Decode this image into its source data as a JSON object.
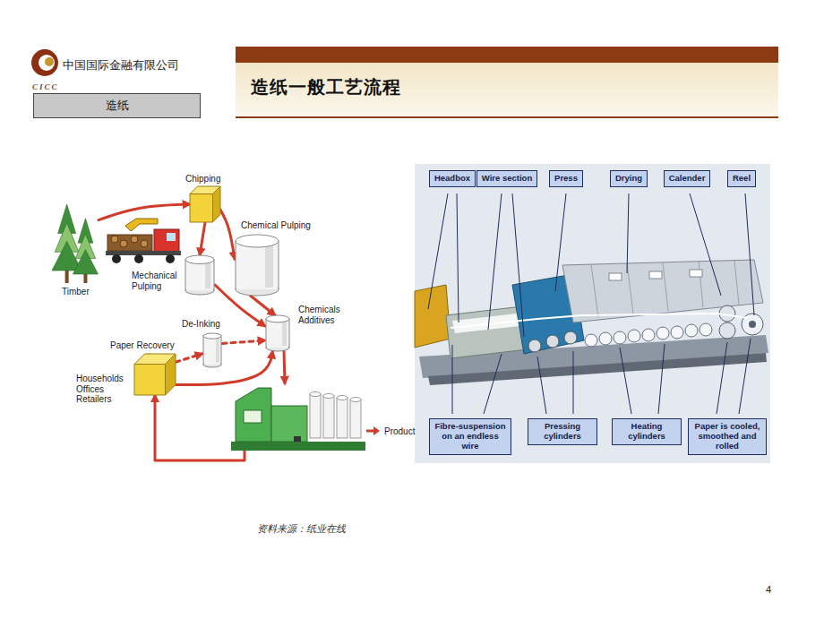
{
  "diagram": {
    "title": "造纸一般工艺流程",
    "caption": "资料来源：纸业在线",
    "nodes": [
      {
        "text": [
          "造纸"
        ]
      },
      {
        "text": [
          "Chipping"
        ]
      },
      {
        "text": [
          "Chemical Pulping"
        ]
      },
      {
        "text": [
          "Timber"
        ]
      },
      {
        "text": [
          "Mechanical Pulping"
        ]
      },
      {
        "text": [
          "Chemicals Additives"
        ]
      },
      {
        "text": [
          "De-Inking"
        ]
      },
      {
        "text": [
          "Paper Recovery",
          "Households Offices Retailers"
        ]
      },
      {
        "text": [
          "Product"
        ]
      },
      {
        "text": [
          "Headbox"
        ]
      },
      {
        "text": [
          "Wire section"
        ]
      },
      {
        "text": [
          "Press"
        ]
      },
      {
        "text": [
          "Drying"
        ]
      },
      {
        "text": [
          "Calender"
        ]
      },
      {
        "text": [
          "Reel"
        ]
      },
      {
        "text": [
          "Fibre-suspension on an endless wire"
        ]
      },
      {
        "text": [
          "Pressing cylinders"
        ]
      },
      {
        "text": [
          "Heating cylinders"
        ]
      },
      {
        "text": [
          "Paper is cooled, smoothed and rolled"
        ]
      }
    ],
    "edges": [
      {
        "from": 3,
        "to": 1,
        "arrow": "to"
      },
      {
        "from": 1,
        "to": 2,
        "arrow": "to"
      },
      {
        "from": 1,
        "to": 4,
        "arrow": "to"
      },
      {
        "from": 2,
        "to": 5,
        "arrow": "to"
      },
      {
        "from": 4,
        "to": 5,
        "arrow": "to"
      },
      {
        "from": 6,
        "to": 5,
        "arrow": "to"
      },
      {
        "from": 7,
        "to": 6,
        "arrow": "to"
      },
      {
        "from": 7,
        "to": 5,
        "arrow": "to"
      },
      {
        "from": 5,
        "to": 8,
        "arrow": "to"
      },
      {
        "from": 8,
        "to": 7,
        "arrow": "to"
      }
    ],
    "labels": [
      "中国国际金融有限公司",
      "CICC",
      "4"
    ]
  }
}
